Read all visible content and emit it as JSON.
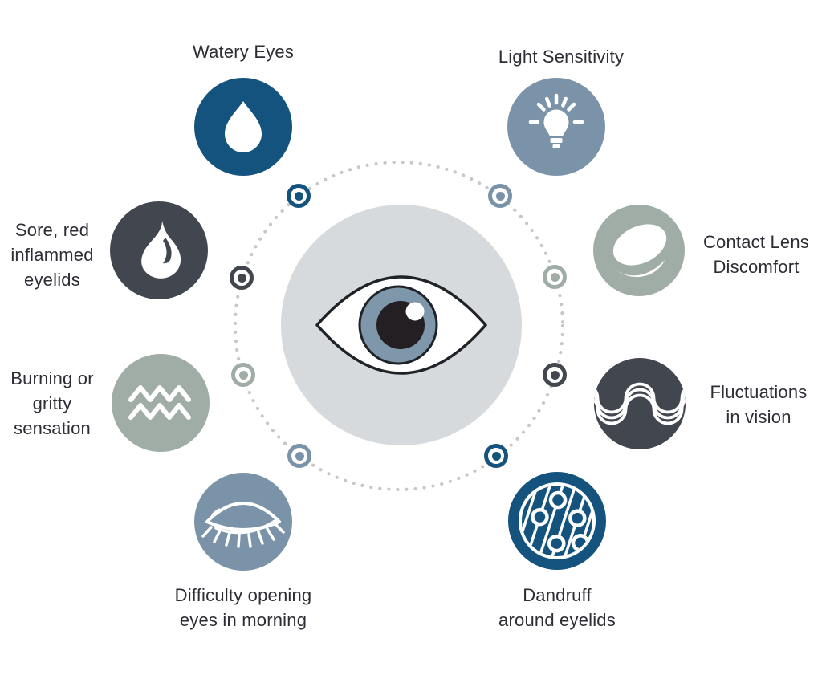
{
  "title": "Dry eye symptoms diagram",
  "colors": {
    "background": "#ffffff",
    "navy": "#14537e",
    "blue_gray": "#7b93a8",
    "sage": "#9fada6",
    "slate": "#42464f",
    "center_circle": "#d7dadd",
    "iris": "#7f97ab",
    "pupil": "#231f23",
    "dotted_ring": "#c7c7c7",
    "text": "#2d2d35"
  },
  "center": {
    "icon": "eye-icon"
  },
  "symptoms": [
    {
      "id": "watery-eyes",
      "label": "Watery Eyes",
      "lines": [
        "Watery Eyes"
      ],
      "icon": "water-drop-icon",
      "color": "#14537e"
    },
    {
      "id": "light-sensitivity",
      "label": "Light Sensitivity",
      "lines": [
        "Light Sensitivity"
      ],
      "icon": "lightbulb-icon",
      "color": "#7b93a8"
    },
    {
      "id": "contact-lens-discomfort",
      "label": "Contact Lens Discomfort",
      "lines": [
        "Contact Lens",
        "Discomfort"
      ],
      "icon": "contact-lens-icon",
      "color": "#9fada6"
    },
    {
      "id": "fluctuations-in-vision",
      "label": "Fluctuations in vision",
      "lines": [
        "Fluctuations",
        "in vision"
      ],
      "icon": "wave-icon",
      "color": "#42464f"
    },
    {
      "id": "dandruff-around-eyelids",
      "label": "Dandruff around eyelids",
      "lines": [
        "Dandruff",
        "around eyelids"
      ],
      "icon": "dandruff-icon",
      "color": "#14537e"
    },
    {
      "id": "difficulty-opening-eyes",
      "label": "Difficulty opening eyes in morning",
      "lines": [
        "Difficulty opening",
        "eyes in morning"
      ],
      "icon": "closed-eye-icon",
      "color": "#7b93a8"
    },
    {
      "id": "burning-gritty-sensation",
      "label": "Burning or gritty sensation",
      "lines": [
        "Burning or",
        "gritty",
        "sensation"
      ],
      "icon": "zigzag-icon",
      "color": "#9fada6"
    },
    {
      "id": "sore-red-inflammed-eyelids",
      "label": "Sore, red inflammed eyelids",
      "lines": [
        "Sore, red",
        "inflammed",
        "eyelids"
      ],
      "icon": "flame-icon",
      "color": "#42464f"
    }
  ]
}
